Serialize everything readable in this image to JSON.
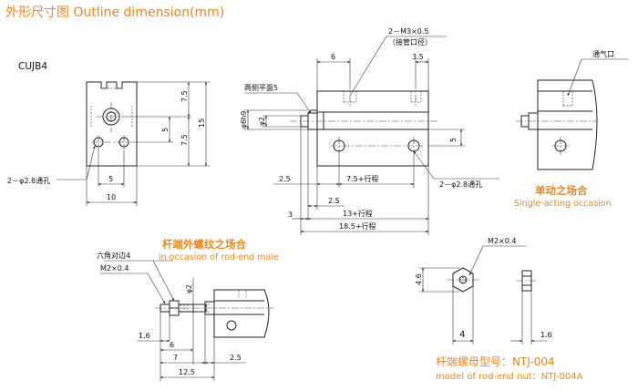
{
  "header": {
    "title": "外形尺寸图 Outline dimension(mm)"
  },
  "model_code": "CUJB4",
  "front_view": {
    "dims": {
      "h_7_5_top": "7.5",
      "h_15": "15",
      "h_7_5_bot": "7.5",
      "h_5": "5",
      "w_5": "5",
      "w_10": "10"
    },
    "hole_label": "2－φ2.8通孔"
  },
  "side_view": {
    "port_label_1": "2－M3×0.5",
    "port_label_2": "（接管口径）",
    "flats_label": "两侧平面5",
    "d_6": "6",
    "d_3_5": "3.5",
    "d_phi6h9": "φ6h9",
    "d_phi2": "φ2",
    "d_5": "5",
    "d_2_5_left": "2.5",
    "d_7_5_stroke": "7.5+行程",
    "hole_label": "2－φ2.8通孔",
    "d_2_5": "2.5",
    "d_3": "3",
    "d_13_stroke": "13+行程",
    "d_18_5_stroke": "18.5+行程"
  },
  "single_acting": {
    "vent_label": "通气口",
    "title_cn": "单动之场合",
    "title_en": "Single-acting occasion"
  },
  "rod_end_male": {
    "title_cn": "杆端外螺纹之场合",
    "title_en": "in occasion of rod-end male",
    "hex_label": "六角对边4",
    "thread_label": "M2×0.4",
    "d_phi2": "φ2",
    "d_1_6": "1.6",
    "d_6": "6",
    "d_7": "7",
    "d_2_5": "2.5",
    "d_12_5": "12.5"
  },
  "nut": {
    "thread_label": "M2×0.4",
    "d_4_6": "4.6",
    "d_4": "4",
    "d_1_6": "1.6",
    "title_line": "杆端螺母型号：NTJ-004",
    "model_line": "model of rod-end nut：NTJ-004A"
  },
  "colors": {
    "accent": "#e8871e",
    "line": "#222222"
  }
}
